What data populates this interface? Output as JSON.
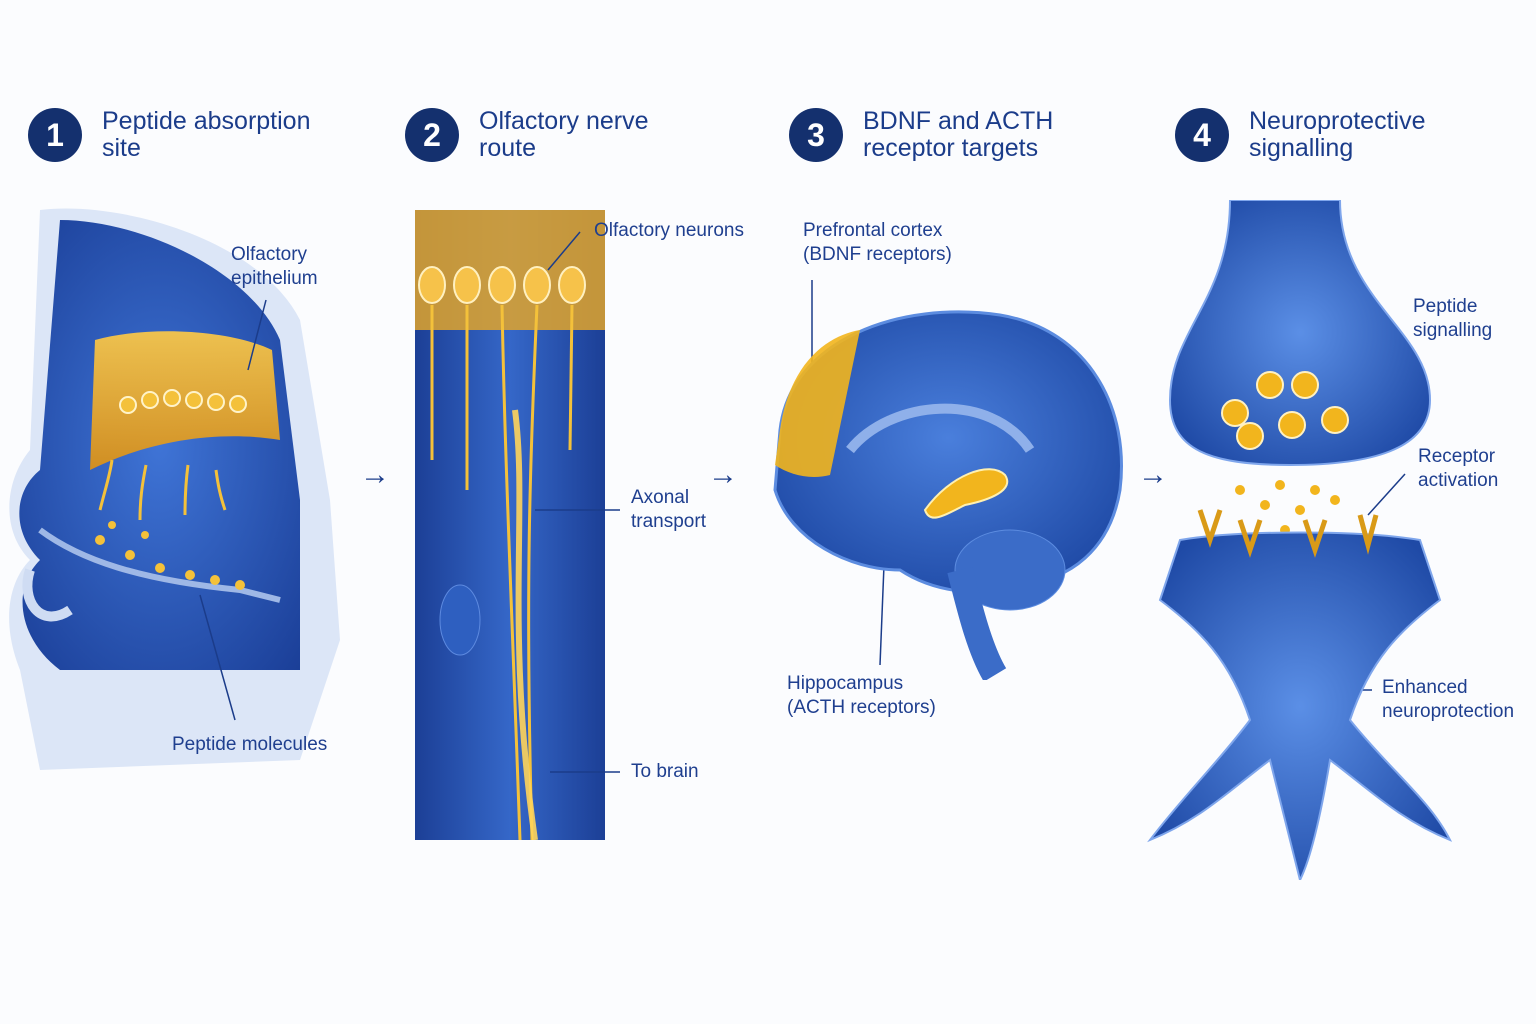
{
  "steps": [
    {
      "number": "1",
      "title": "Peptide absorption\nsite"
    },
    {
      "number": "2",
      "title": "Olfactory nerve\nroute"
    },
    {
      "number": "3",
      "title": "BDNF and ACTH\nreceptor targets"
    },
    {
      "number": "4",
      "title": "Neuroprotective\nsignalling"
    }
  ],
  "panel1": {
    "epithelium_label": "Olfactory\nepithelium",
    "molecules_label": "Peptide molecules"
  },
  "panel2": {
    "neurons_label": "Olfactory neurons",
    "transport_label": "Axonal\ntransport",
    "brain_label": "To brain"
  },
  "panel3": {
    "cortex_label": "Prefrontal cortex\n(BDNF receptors)",
    "hippocampus_label": "Hippocampus\n(ACTH receptors)"
  },
  "panel4": {
    "signalling_label": "Peptide\nsignalling",
    "receptor_label": "Receptor\nactivation",
    "neuro_label": "Enhanced\nneuroprotection"
  },
  "arrows": {
    "symbol": "→"
  },
  "colors": {
    "accent_blue": "#14306e",
    "tissue_blue": "#2f5fbf",
    "peptide_gold": "#f2b51d"
  }
}
